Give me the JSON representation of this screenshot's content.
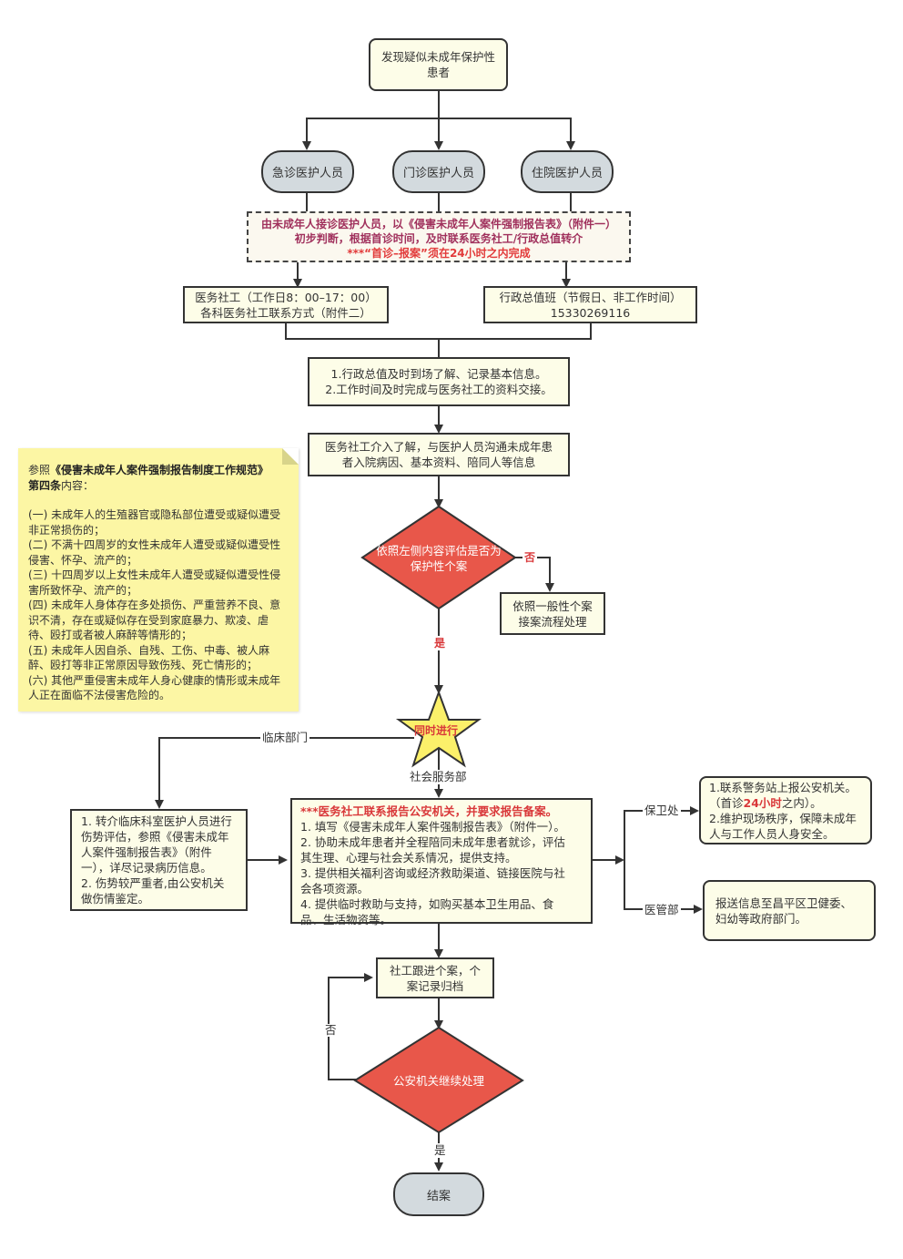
{
  "start": {
    "text": "发现疑似未成年保护性患者",
    "line1": "发现疑似未成年保护性",
    "line2": "患者"
  },
  "staff": [
    {
      "label": "急诊医护人员"
    },
    {
      "label": "门诊医护人员"
    },
    {
      "label": "住院医护人员"
    }
  ],
  "dashed_note": {
    "line1": "由未成年人接诊医护人员，以《侵害未成年人案件强制报告表》（附件一）",
    "line2": "初步判断，根据首诊时间，及时联系医务社工/行政总值转介",
    "line3": "***“首诊–报案”须在24小时之内完成"
  },
  "social_worker_box": {
    "line1": "医务社工（工作日8：00–17：00）",
    "line2": "各科医务社工联系方式（附件二）"
  },
  "admin_duty_box": {
    "line1": "行政总值班（节假日、非工作时间）",
    "line2": "15330269116"
  },
  "step_record": {
    "line1": "1.行政总值及时到场了解、记录基本信息。",
    "line2": "2.工作时间及时完成与医务社工的资料交接。"
  },
  "step_intervene": {
    "line1": "医务社工介入了解，与医护人员沟通未成年患",
    "line2": "者入院病因、基本资料、陪同人等信息"
  },
  "decision1": {
    "line1": "依照左侧内容评估是否为",
    "line2": "保护性个案",
    "no_label": "否",
    "yes_label": "是"
  },
  "general_case": {
    "line1": "依照一般性个案",
    "line2": "接案流程处理"
  },
  "reference_note": {
    "title_prefix": "参照",
    "title_bold": "《侵害未成年人案件强制报告制度工作规范》",
    "article_bold": "第四条",
    "article_rest": "内容：",
    "items": [
      "(一) 未成年人的生殖器官或隐私部位遭受或疑似遭受非正常损伤的；",
      "(二) 不满十四周岁的女性未成年人遭受或疑似遭受性侵害、怀孕、流产的；",
      "(三) 十四周岁以上女性未成年人遭受或疑似遭受性侵害所致怀孕、流产的；",
      "(四) 未成年人身体存在多处损伤、严重营养不良、意识不清，存在或疑似存在受到家庭暴力、欺凌、虐待、殴打或者被人麻醉等情形的；",
      "(五) 未成年人因自杀、自残、工伤、中毒、被人麻醉、殴打等非正常原因导致伤残、死亡情形的；",
      "(六) 其他严重侵害未成年人身心健康的情形或未成年人正在面临不法侵害危险的。"
    ]
  },
  "star": {
    "label": "同时进行",
    "left_branch": "临床部门",
    "down_branch": "社会服务部"
  },
  "clinical_box": {
    "lines": [
      "1. 转介临床科室医护人员进行",
      "伤势评估，参照《侵害未成年",
      "人案件强制报告表》（附件",
      "一），详尽记录病历信息。",
      "2. 伤势较严重者,由公安机关",
      "做伤情鉴定。"
    ]
  },
  "social_service_box": {
    "headline": "***医务社工联系报告公安机关，并要求报告备案。",
    "lines": [
      "1. 填写《侵害未成年人案件强制报告表》（附件一）。",
      "2. 协助未成年患者并全程陪同未成年患者就诊，评估",
      "其生理、心理与社会关系情况，提供支持。",
      "3. 提供相关福利咨询或经济救助渠道、链接医院与社",
      "会各项资源。",
      "4. 提供临时救助与支持，如购买基本卫生用品、食",
      "品、生活物资等。"
    ]
  },
  "security_branch": {
    "label": "保卫处",
    "line1": "1.联系警务站上报公安机关。",
    "line2_pre": "（首诊",
    "line2_red": "24小时",
    "line2_post": "之内）。",
    "line3": "2.维护现场秩序，保障未成年",
    "line4": "人与工作人员人身安全。"
  },
  "medical_admin_branch": {
    "label": "医管部",
    "line1": "报送信息至昌平区卫健委、",
    "line2": "妇幼等政府部门。"
  },
  "followup": {
    "line1": "社工跟进个案，个",
    "line2": "案记录归档"
  },
  "decision2": {
    "text": "公安机关继续处理",
    "no_label": "否",
    "yes_label": "是"
  },
  "end": {
    "label": "结案"
  },
  "colors": {
    "box_fill": "#fdfde8",
    "pill_fill": "#d3dade",
    "diamond_fill": "#e8574a",
    "star_fill": "#fbf06a",
    "note_fill": "#fcf6a4",
    "alert_red": "#d9383a",
    "dashed_text": "#a0305c"
  }
}
